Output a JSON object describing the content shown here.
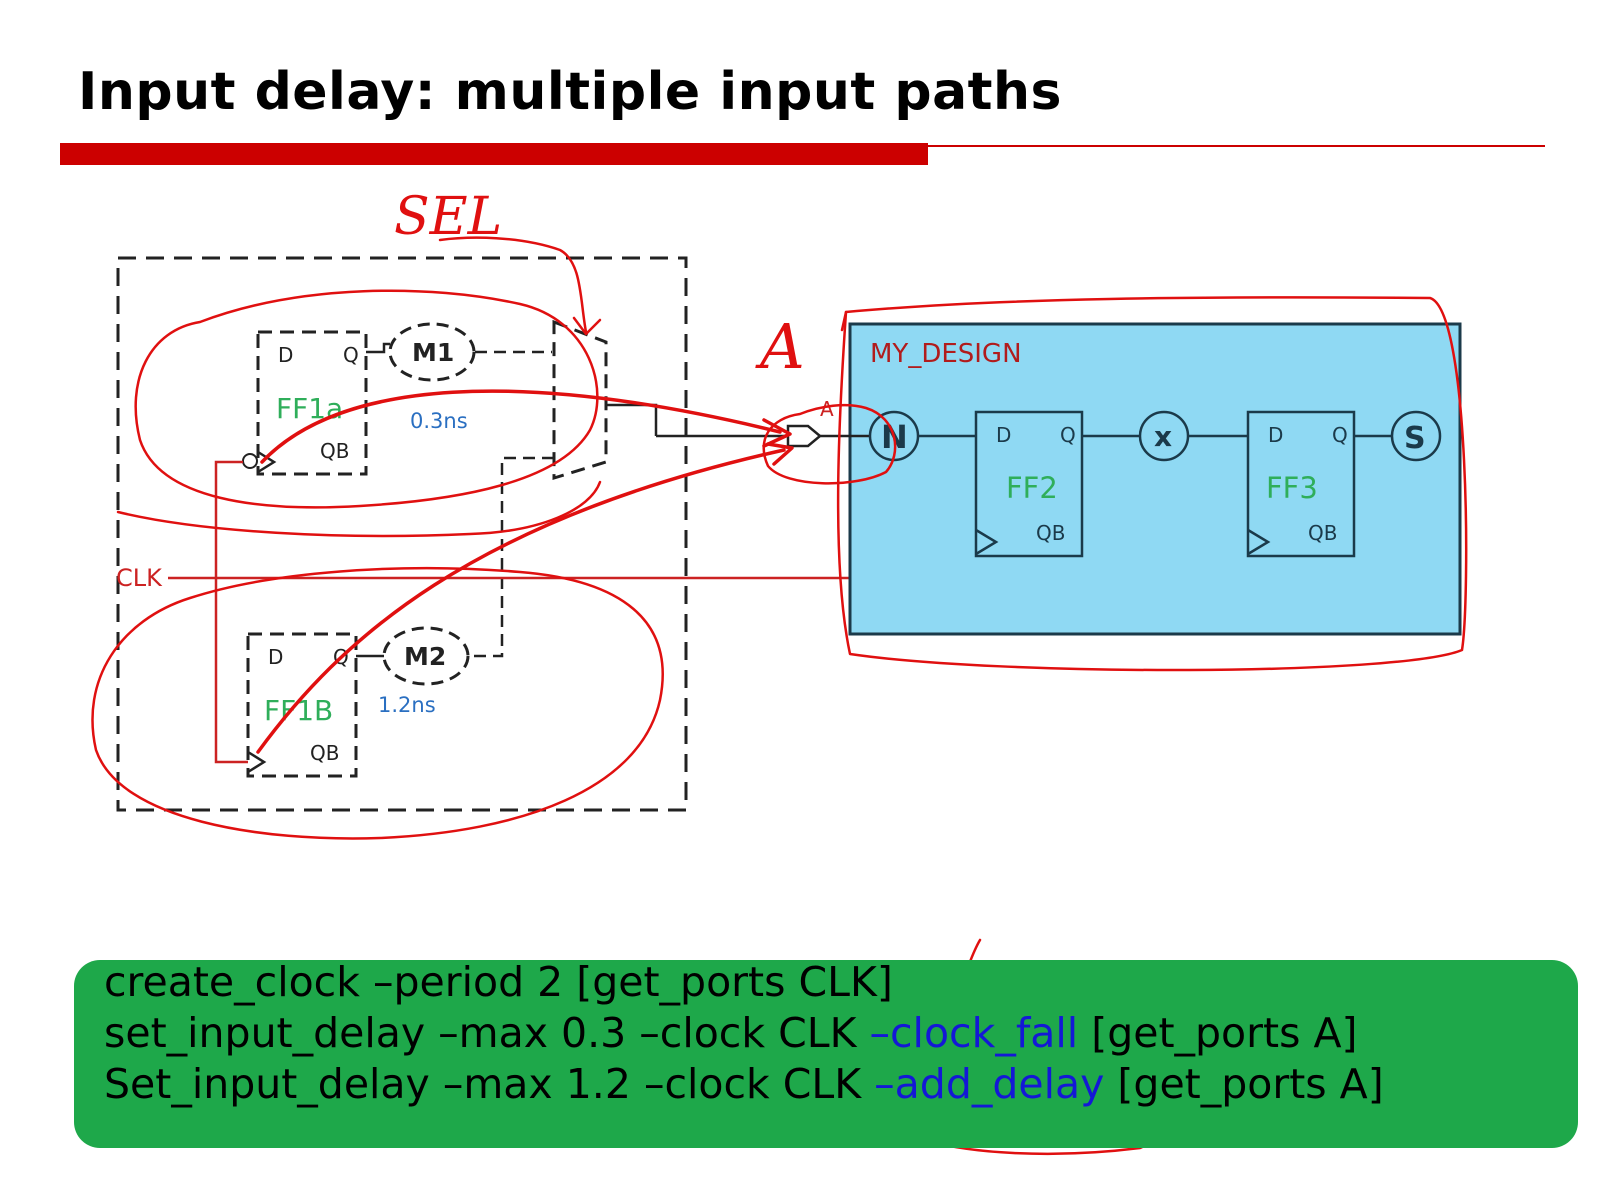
{
  "title": "Input delay: multiple input paths",
  "colors": {
    "accent_red": "#cc0000",
    "design_fill": "#8fd9f3",
    "design_border": "#1b3a4a",
    "ff_name_green": "#2fae5a",
    "delay_blue": "#2a6fc1",
    "code_bg": "#1ea84a",
    "code_blue": "#1418d6",
    "annotation_red": "#e01010"
  },
  "external_logic": {
    "ff1a": {
      "d": "D",
      "q": "Q",
      "name": "FF1a",
      "qb": "QB"
    },
    "ff1b": {
      "d": "D",
      "q": "Q",
      "name": "FF1B",
      "qb": "QB"
    },
    "m1": {
      "label": "M1",
      "delay": "0.3ns"
    },
    "m2": {
      "label": "M2",
      "delay": "1.2ns"
    },
    "clk_label": "CLK"
  },
  "design": {
    "name": "MY_DESIGN",
    "port_label": "A",
    "node_n": "N",
    "node_x": "x",
    "node_s": "S",
    "ff2": {
      "d": "D",
      "q": "Q",
      "name": "FF2",
      "qb": "QB"
    },
    "ff3": {
      "d": "D",
      "q": "Q",
      "name": "FF3",
      "qb": "QB"
    }
  },
  "handwriting": {
    "sel": "SEL",
    "port_a": "A"
  },
  "code": {
    "line1": "create_clock –period 2 [get_ports CLK]",
    "line2_pre": "set_input_delay –max 0.3 –clock CLK ",
    "line2_kw": "–clock_fall",
    "line2_post": " [get_ports A]",
    "line3_pre": "Set_input_delay –max 1.2 –clock CLK ",
    "line3_kw": "–add_delay",
    "line3_post": " [get_ports A]"
  }
}
